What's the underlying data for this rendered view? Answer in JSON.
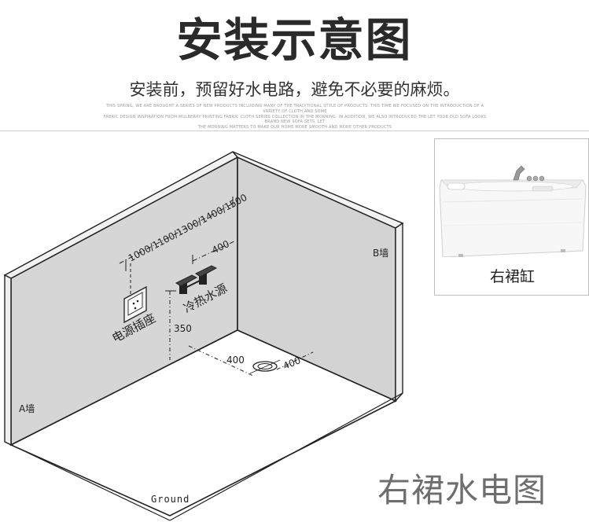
{
  "header": {
    "title": "安装示意图",
    "subtitle": "安装前，预留好水电路，避免不必要的麻烦。",
    "fineprint_1": "THIS SPRING, WE ARE BROUGHT A SERIES OF NEW PRODUCTS INCLUDING MANY OF THE TRADITIONAL STYLE OF PRODUCTS. THIS TIME WE FOCUSED ON THE INTRODUCTION OF A VARIETY OF CLOTH AND SOME",
    "fineprint_2": "FABRIC DESIGN INSPIRATION FROM MULBERRY PRINTING FABRIC CLOTH SERIES COLLECTION IN THE MORNING. IN ADDITION, WE ALSO INTRODUCED THE LET YOUR OLD SOFA LOOKS BRAND NEW SOFA SETS, LET",
    "fineprint_3": "THE MORNING MATTERS TO MAKE OUR HOME MORE SMOOTH AND MORE OTHER PRODUCTS"
  },
  "diagram": {
    "wall_a_label": "A墙",
    "wall_b_label": "B墙",
    "ground_label": "Ground",
    "height_options_label": "1000/1100/1300/1400/1500",
    "faucet_offset_label": "400",
    "outlet_label": "电源插座",
    "water_label": "冷热水源",
    "height_350_label": "350",
    "drain_offset_a": "400",
    "drain_offset_b": "400"
  },
  "inset": {
    "caption": "右裙缸"
  },
  "watermark": "右裙水电图"
}
